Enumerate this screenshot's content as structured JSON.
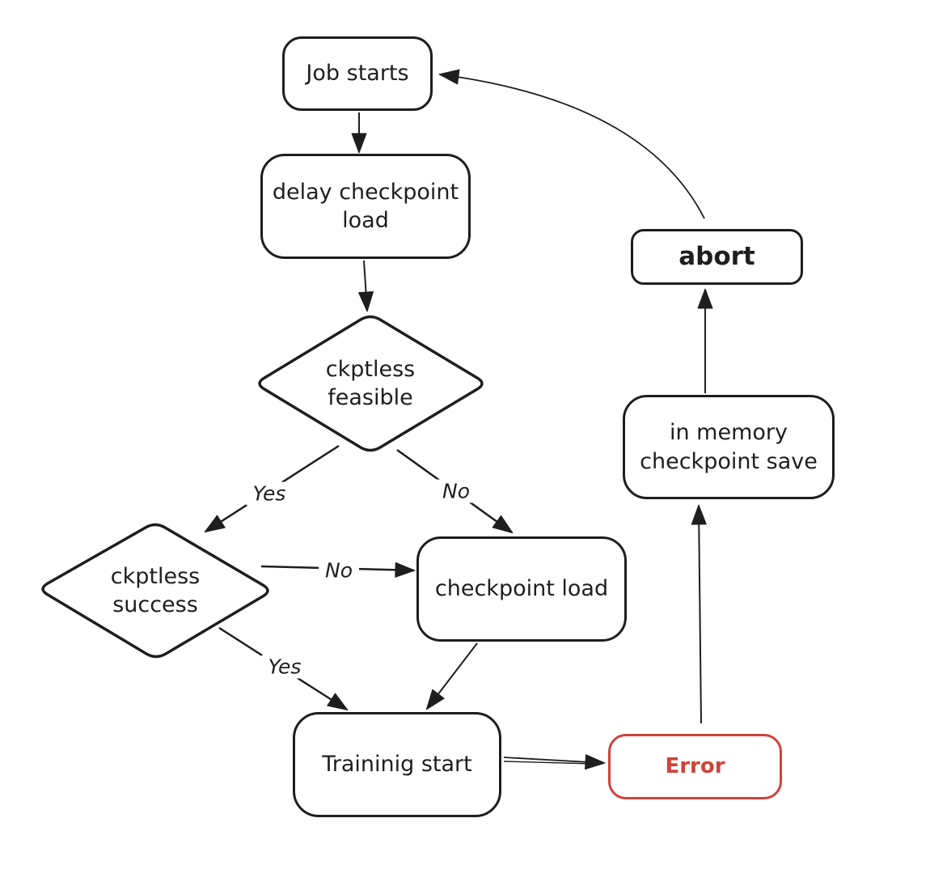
{
  "diagram": {
    "type": "flowchart",
    "colors": {
      "canvas": "#ffffff",
      "stroke": "#1e1e1e",
      "error": "#d0433a"
    },
    "nodes": {
      "job_starts": {
        "label": "Job starts",
        "shape": "rounded-rect"
      },
      "delay_checkpoint_load": {
        "label": "delay checkpoint load",
        "shape": "rounded-rect"
      },
      "ckptless_feasible": {
        "label": "ckptless feasible",
        "shape": "diamond"
      },
      "ckptless_success": {
        "label": "ckptless success",
        "shape": "diamond"
      },
      "checkpoint_load": {
        "label": "checkpoint load",
        "shape": "rounded-rect"
      },
      "training_start": {
        "label": "Traininig start",
        "shape": "rounded-rect"
      },
      "error": {
        "label": "Error",
        "shape": "rounded-rect",
        "color": "#d0433a"
      },
      "in_memory_checkpoint_save": {
        "label": "in memory checkpoint save",
        "shape": "rounded-rect"
      },
      "abort": {
        "label": "abort",
        "shape": "rounded-rect"
      }
    },
    "edge_labels": {
      "feasible_yes": "Yes",
      "feasible_no": "No",
      "success_no": "No",
      "success_yes": "Yes"
    },
    "edges": [
      {
        "from": "job_starts",
        "to": "delay_checkpoint_load",
        "label": ""
      },
      {
        "from": "delay_checkpoint_load",
        "to": "ckptless_feasible",
        "label": ""
      },
      {
        "from": "ckptless_feasible",
        "to": "ckptless_success",
        "label": "Yes"
      },
      {
        "from": "ckptless_feasible",
        "to": "checkpoint_load",
        "label": "No"
      },
      {
        "from": "ckptless_success",
        "to": "checkpoint_load",
        "label": "No"
      },
      {
        "from": "ckptless_success",
        "to": "training_start",
        "label": "Yes"
      },
      {
        "from": "checkpoint_load",
        "to": "training_start",
        "label": ""
      },
      {
        "from": "training_start",
        "to": "error",
        "label": ""
      },
      {
        "from": "error",
        "to": "in_memory_checkpoint_save",
        "label": ""
      },
      {
        "from": "in_memory_checkpoint_save",
        "to": "abort",
        "label": ""
      },
      {
        "from": "abort",
        "to": "job_starts",
        "label": ""
      }
    ]
  }
}
